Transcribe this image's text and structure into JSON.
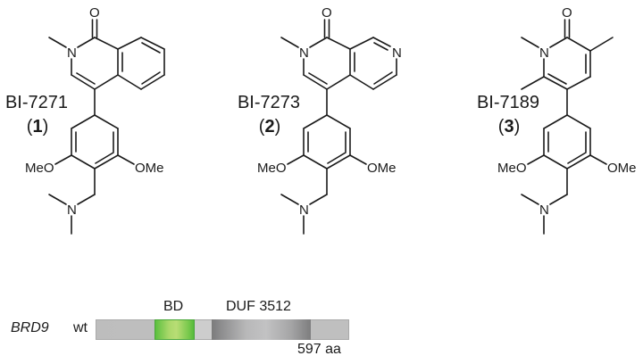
{
  "compounds": [
    {
      "name": "BI-7271",
      "number": "1",
      "core": "2-methylisoquinolin-1(2H)-one",
      "substituent": "4-(dimethylaminomethyl)-3,5-dimethoxyphenyl",
      "atom_labels": {
        "carbonyl_O": "O",
        "ring_N": "N",
        "left_ether": "MeO",
        "right_ether": "OMe",
        "amine_N": "N"
      }
    },
    {
      "name": "BI-7273",
      "number": "2",
      "core": "2-methyl-2,7-naphthyridin-1(2H)-one",
      "substituent": "4-(dimethylaminomethyl)-3,5-dimethoxyphenyl",
      "atom_labels": {
        "carbonyl_O": "O",
        "ring_N": "N",
        "pyridine_N": "N",
        "left_ether": "MeO",
        "right_ether": "OMe",
        "amine_N": "N"
      }
    },
    {
      "name": "BI-7189",
      "number": "3",
      "core": "1,3,6-trimethylpyridin-2(1H)-one",
      "substituent": "4-(dimethylaminomethyl)-3,5-dimethoxyphenyl",
      "atom_labels": {
        "carbonyl_O": "O",
        "ring_N": "N",
        "left_ether": "MeO",
        "right_ether": "OMe",
        "amine_N": "N"
      }
    }
  ],
  "protein_map": {
    "gene": "BRD9",
    "variant": "wt",
    "length_label": "597 aa",
    "domains": [
      {
        "label": "BD",
        "color": "#8fcf5a",
        "start_frac": 0.232,
        "end_frac": 0.391
      },
      {
        "label": "DUF 3512",
        "color": "#9a9a9b",
        "start_frac": 0.458,
        "end_frac": 0.849
      }
    ],
    "bar_color": "#bfbfbf"
  }
}
